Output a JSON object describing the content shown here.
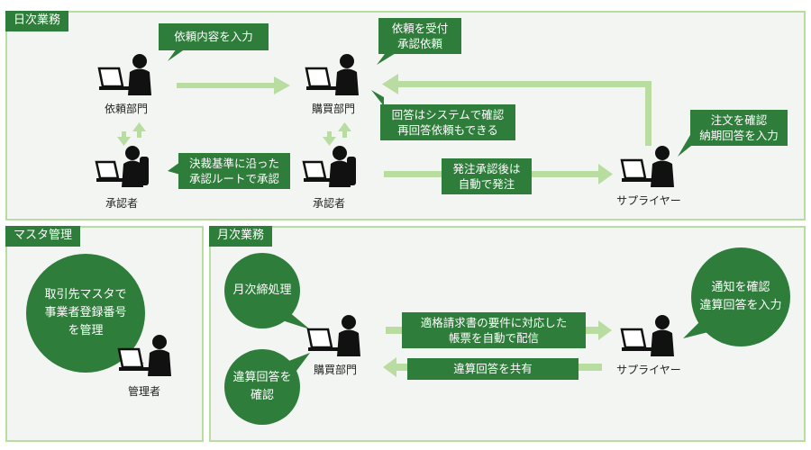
{
  "daily": {
    "tab": "日次業務",
    "people": {
      "requester": "依頼部門",
      "approver1": "承認者",
      "purchasing": "購買部門",
      "approver2": "承認者",
      "supplier": "サプライヤー"
    },
    "boxes": {
      "input_request": "依頼内容を入力",
      "receive_line1": "依頼を受付",
      "receive_line2": "承認依頼",
      "reply_line1": "回答はシステムで確認",
      "reply_line2": "再回答依頼もできる",
      "approval_line1": "決裁基準に沿った",
      "approval_line2": "承認ルートで承認",
      "auto_order_line1": "発注承認後は",
      "auto_order_line2": "自動で発注",
      "supplier_line1": "注文を確認",
      "supplier_line2": "納期回答を入力"
    }
  },
  "master": {
    "tab": "マスタ管理",
    "bubble_line1": "取引先マスタで",
    "bubble_line2": "事業者登録番号",
    "bubble_line3": "を管理",
    "person": "管理者"
  },
  "monthly": {
    "tab": "月次業務",
    "people": {
      "purchasing": "購買部門",
      "supplier": "サプライヤー"
    },
    "bubbles": {
      "closing": "月次締処理",
      "confirm_line1": "違算回答を",
      "confirm_line2": "確認",
      "notify_line1": "通知を確認",
      "notify_line2": "違算回答を入力"
    },
    "boxes": {
      "invoice_line1": "適格請求書の要件に対応した",
      "invoice_line2": "帳票を自動で配信",
      "share": "違算回答を共有"
    }
  },
  "colors": {
    "dark_green": "#2f7d3b",
    "light_green": "#b9dca0",
    "panel_bg": "#f3f5f3"
  }
}
